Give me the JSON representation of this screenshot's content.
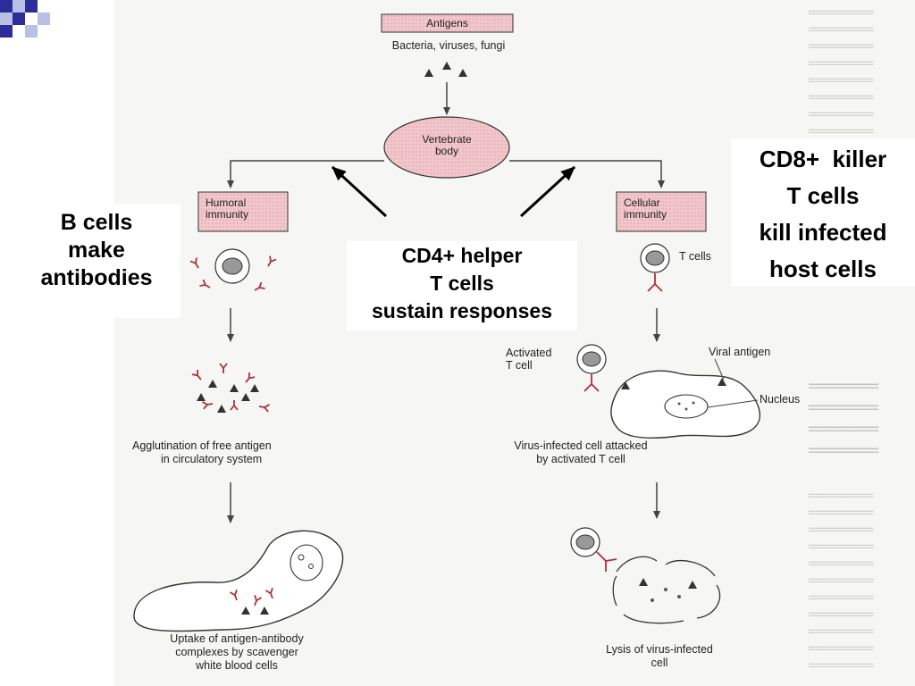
{
  "diagram": {
    "nodes": {
      "antigens": "Antigens",
      "sources": "Bacteria, viruses, fungi",
      "vertebrate_line1": "Vertebrate",
      "vertebrate_line2": "body",
      "humoral_line1": "Humoral",
      "humoral_line2": "immunity",
      "cellular_line1": "Cellular",
      "cellular_line2": "immunity",
      "t_cells": "T cells",
      "activated_line1": "Activated",
      "activated_line2": "T cell",
      "viral_antigen": "Viral antigen",
      "nucleus": "Nucleus",
      "agglutination_line1": "Agglutination of free antigen",
      "agglutination_line2": "in circulatory system",
      "attacked_line1": "Virus-infected cell attacked",
      "attacked_line2": "by activated T cell",
      "uptake_line1": "Uptake of antigen-antibody",
      "uptake_line2": "complexes by scavenger",
      "uptake_line3": "white blood cells",
      "lysis_line1": "Lysis of virus-infected",
      "lysis_line2": "cell"
    },
    "annotations": {
      "b_cells": [
        "B cells",
        "make",
        "antibodies"
      ],
      "cd4": [
        "CD4+ helper",
        "T cells",
        "sustain responses"
      ],
      "cd8": [
        "CD8+  killer",
        "T cells",
        "kill infected",
        "host cells"
      ]
    },
    "colors": {
      "pink_fill": "#f2c7cc",
      "antibody": "#b0303a",
      "corner_blue": "#2c2c9a",
      "corner_light": "#b8c0e6"
    }
  }
}
